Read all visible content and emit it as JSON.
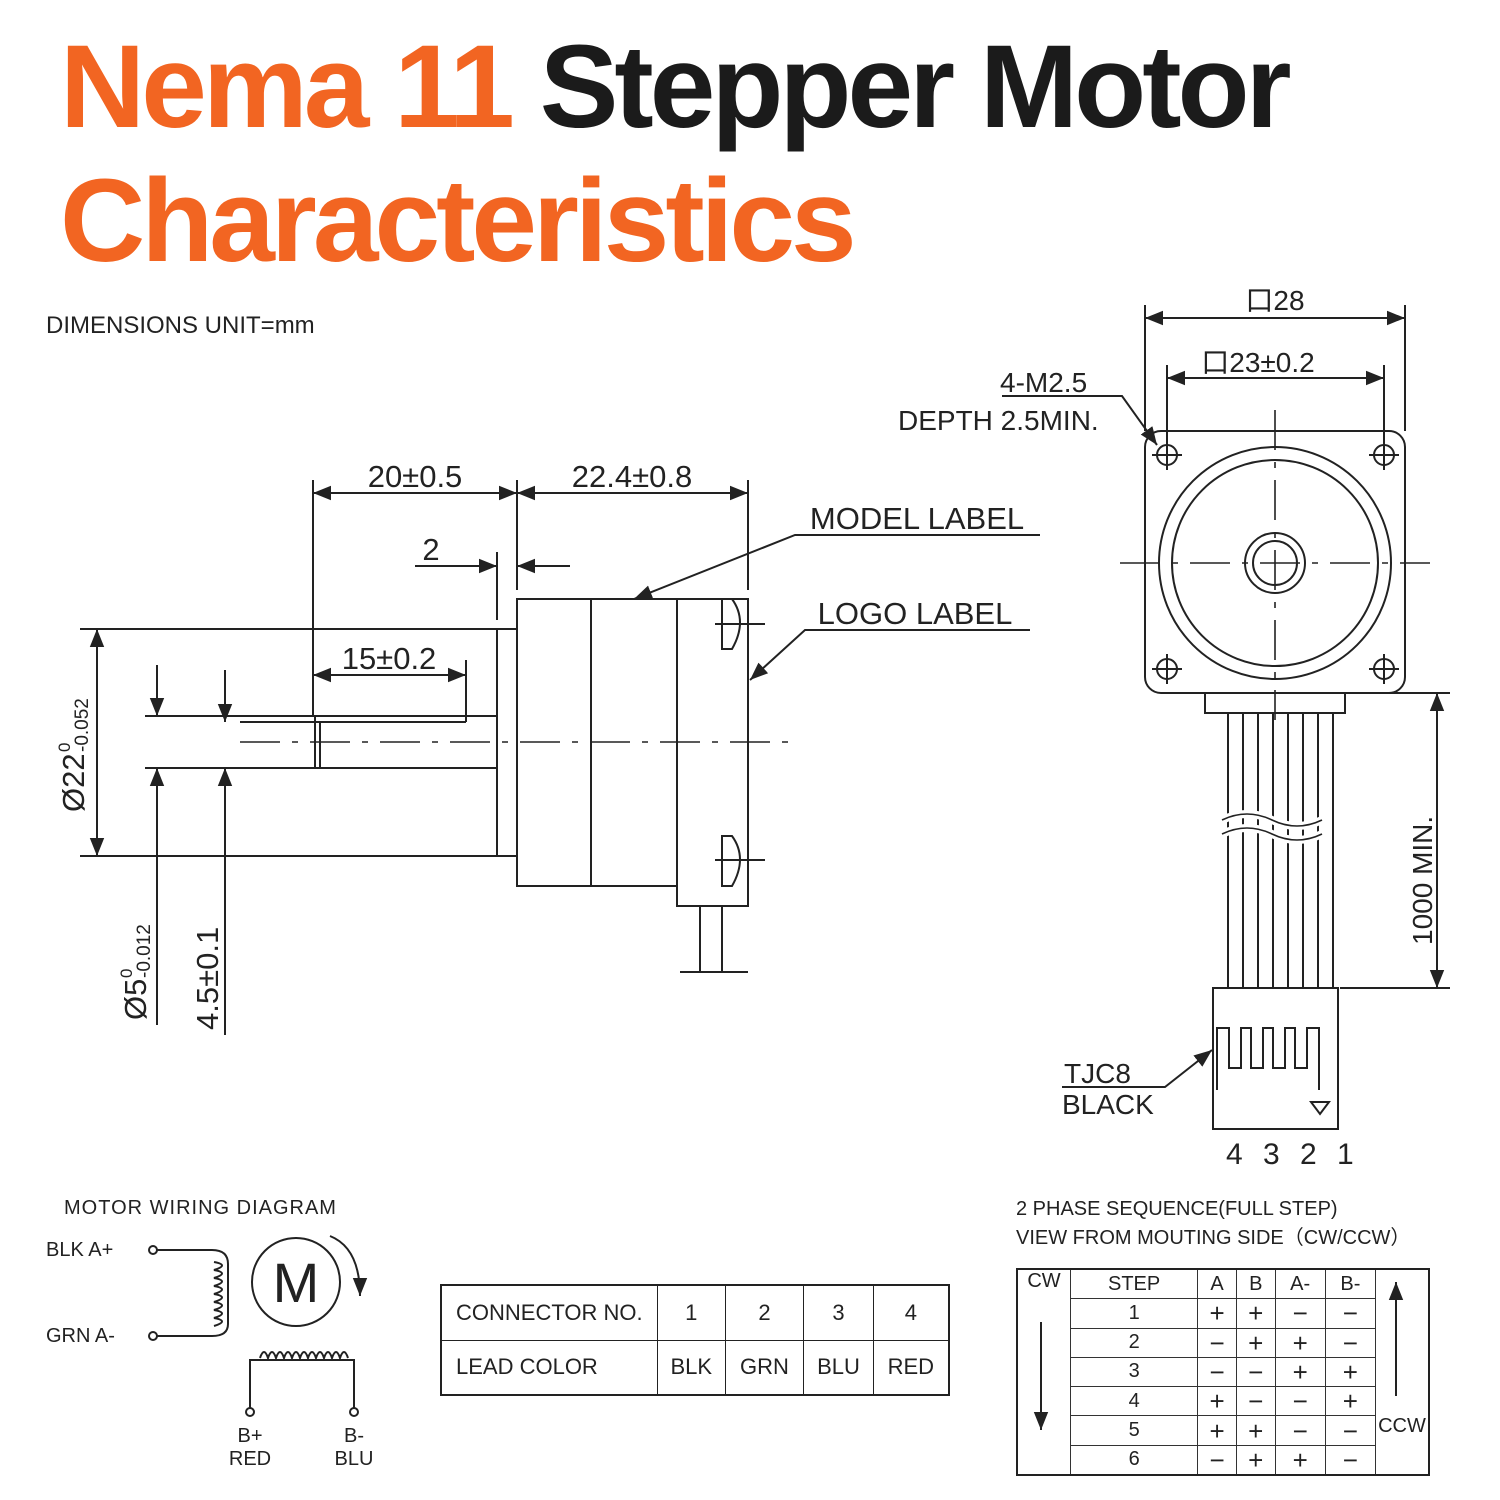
{
  "title": {
    "line1_orange": "Nema 11",
    "line1_dark": "Stepper Motor",
    "line2": "Characteristics"
  },
  "units_note": "DIMENSIONS UNIT=mm",
  "colors": {
    "accent": "#f26522",
    "text": "#1b1b1b",
    "line": "#222222"
  },
  "side_view": {
    "dim_shaft_len": "20±0.5",
    "dim_body_len": "22.4±0.8",
    "dim_boss": "2",
    "dim_flat": "15±0.2",
    "model_label": "MODEL LABEL",
    "logo_label": "LOGO LABEL",
    "dia_boss_main": "Ø22",
    "dia_boss_tol_up": "0",
    "dia_boss_tol_low": "-0.052",
    "dia_shaft_main": "Ø5",
    "dia_shaft_tol_up": "0",
    "dia_shaft_tol_low": "-0.012",
    "dim_flat_depth": "4.5±0.1"
  },
  "front_view": {
    "dim_outer": "口28",
    "dim_holes": "口23±0.2",
    "screw": "4-M2.5",
    "screw_depth": "DEPTH 2.5MIN.",
    "lead_len": "1000 MIN.",
    "connector_type": "TJC8",
    "connector_color": "BLACK",
    "pin_numbers": "4 3 2 1"
  },
  "wiring": {
    "title": "MOTOR WIRING  DIAGRAM",
    "a_plus": "BLK  A+",
    "a_minus": "GRN  A-",
    "b_plus": "B+",
    "b_plus_color": "RED",
    "b_minus": "B-",
    "b_minus_color": "BLU",
    "motor_symbol": "M"
  },
  "connector_table": {
    "row1_header": "CONNECTOR NO.",
    "row2_header": "LEAD COLOR",
    "numbers": [
      "1",
      "2",
      "3",
      "4"
    ],
    "colors": [
      "BLK",
      "GRN",
      "BLU",
      "RED"
    ]
  },
  "sequence": {
    "title_line1": "2 PHASE SEQUENCE(FULL STEP)",
    "title_line2": "VIEW FROM MOUTING SIDE（CW/CCW）",
    "cw": "CW",
    "ccw": "CCW",
    "headers": [
      "STEP",
      "A",
      "B",
      "A-",
      "B-"
    ],
    "rows": [
      [
        "1",
        "+",
        "+",
        "−",
        "−"
      ],
      [
        "2",
        "−",
        "+",
        "+",
        "−"
      ],
      [
        "3",
        "−",
        "−",
        "+",
        "+"
      ],
      [
        "4",
        "+",
        "−",
        "−",
        "+"
      ],
      [
        "5",
        "+",
        "+",
        "−",
        "−"
      ],
      [
        "6",
        "−",
        "+",
        "+",
        "−"
      ]
    ]
  }
}
